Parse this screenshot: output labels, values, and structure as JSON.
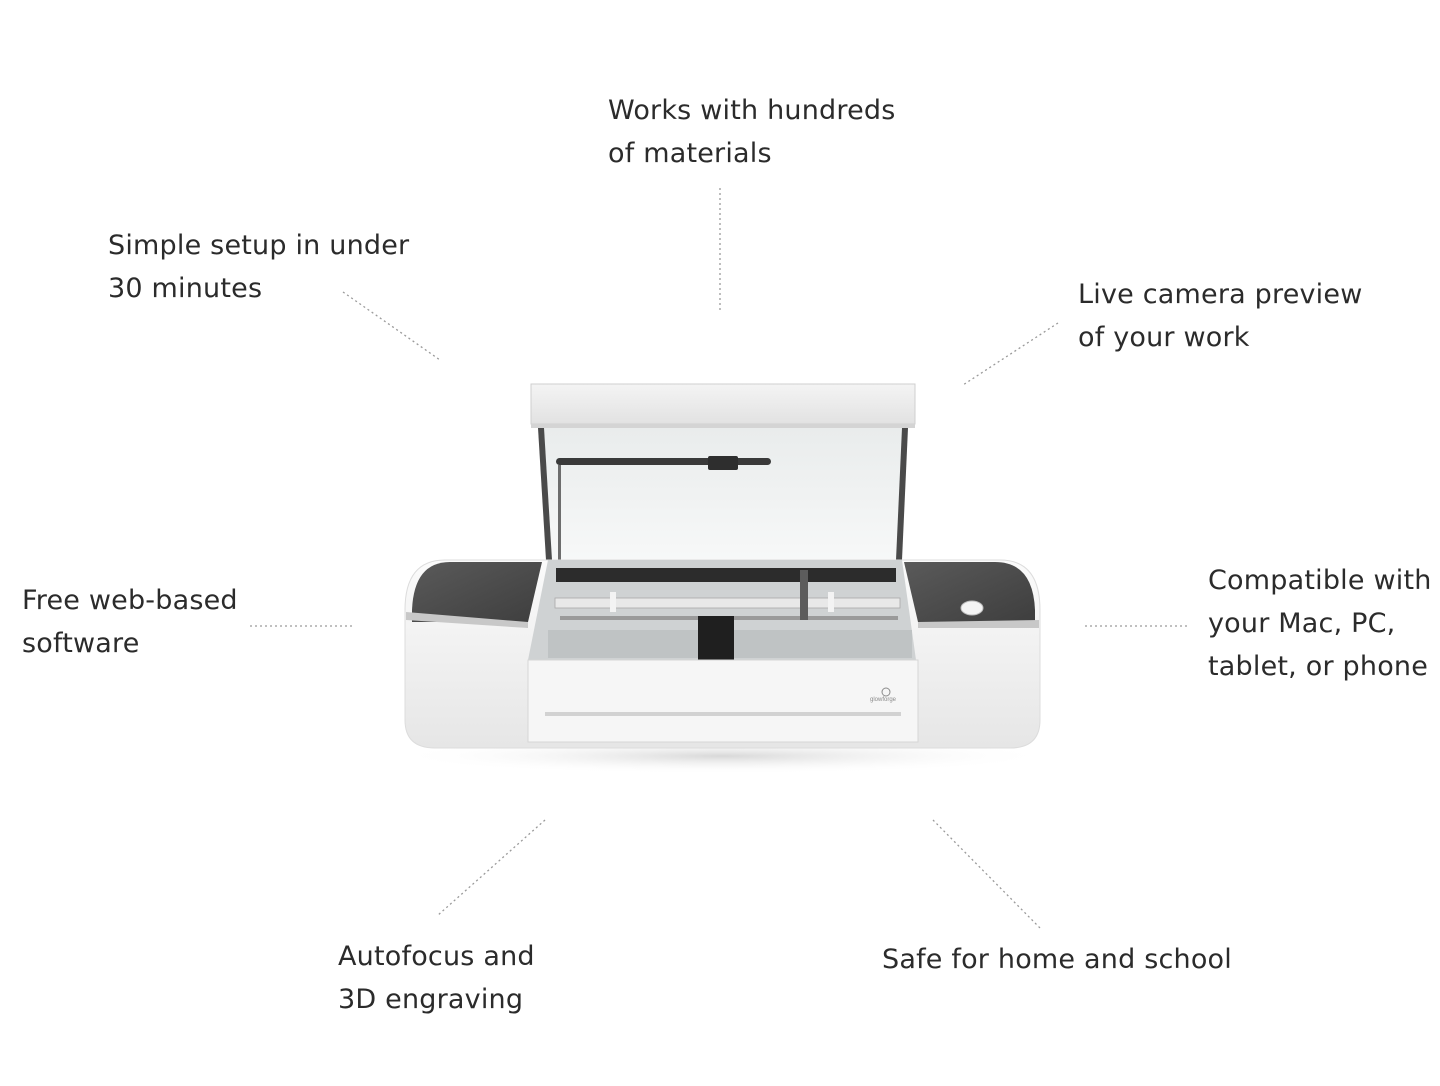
{
  "features": [
    {
      "id": "materials",
      "lines": [
        "Works with hundreds",
        "of materials"
      ]
    },
    {
      "id": "setup",
      "lines": [
        "Simple setup in under",
        "30 minutes"
      ]
    },
    {
      "id": "camera",
      "lines": [
        "Live camera preview",
        "of your work"
      ]
    },
    {
      "id": "software",
      "lines": [
        "Free web-based",
        "software"
      ]
    },
    {
      "id": "compatible",
      "lines": [
        "Compatible with",
        "your Mac, PC,",
        "tablet, or phone"
      ]
    },
    {
      "id": "autofocus",
      "lines": [
        "Autofocus and",
        "3D engraving"
      ]
    },
    {
      "id": "safe",
      "lines": [
        "Safe for home and school"
      ]
    }
  ],
  "product": {
    "brand_mark": "glowforge"
  }
}
